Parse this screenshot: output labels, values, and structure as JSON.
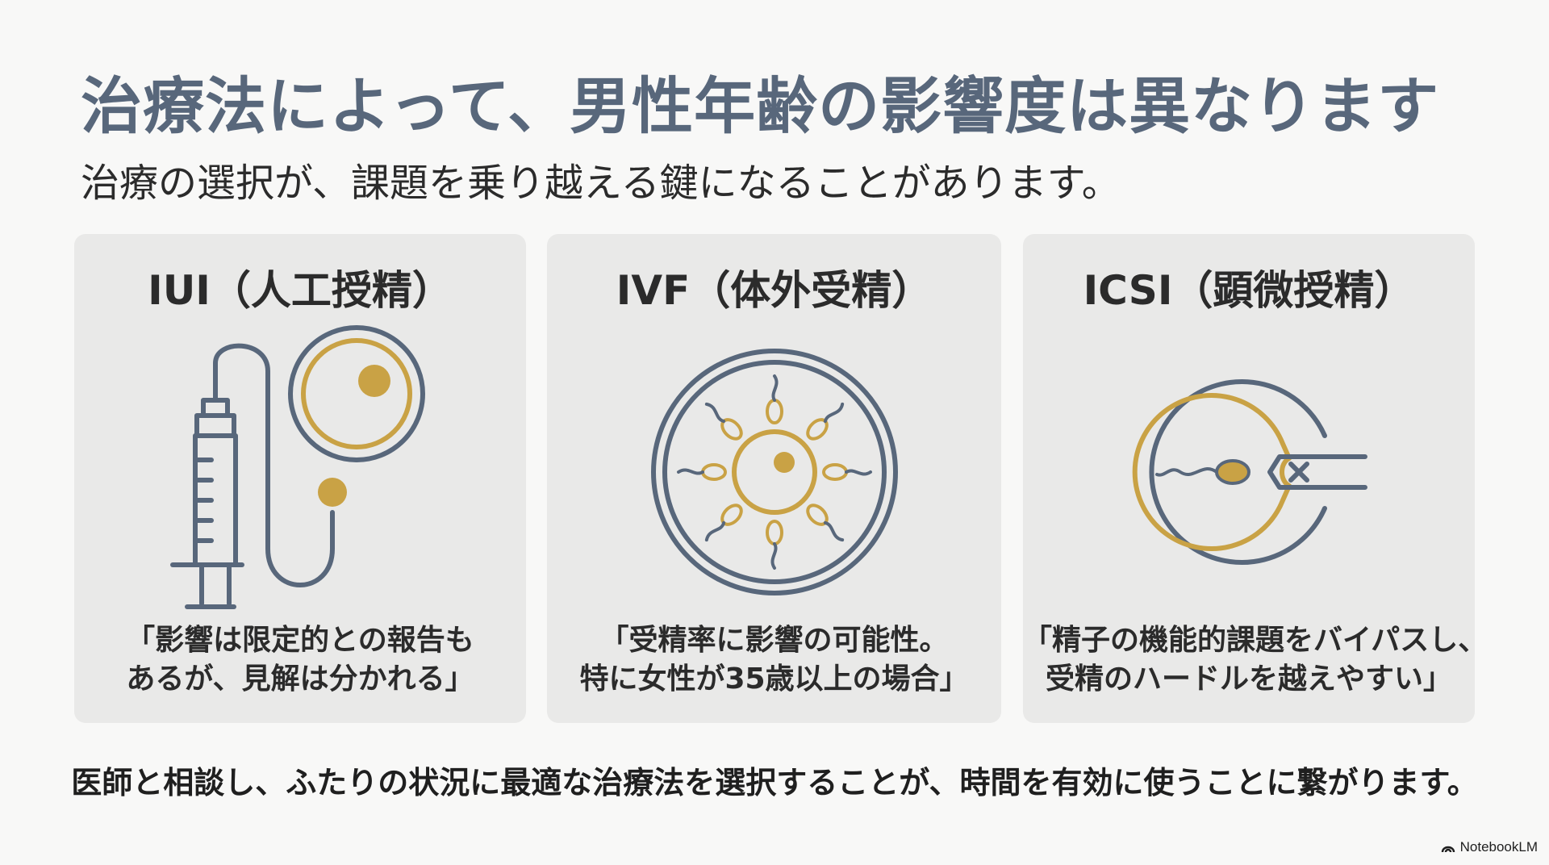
{
  "title": "治療法によって、男性年齢の影響度は異なります",
  "subtitle": "治療の選択が、課題を乗り越える鍵になることがあります。",
  "colors": {
    "navy": "#58677b",
    "gold": "#c9a245",
    "card_bg": "#e9e9e8"
  },
  "cards": [
    {
      "title": "IUI（人工授精）",
      "icon": "syringe-egg-icon",
      "quote_line1": "「影響は限定的との報告も",
      "quote_line2": "あるが、見解は分かれる」"
    },
    {
      "title": "IVF（体外受精）",
      "icon": "petri-dish-sperm-icon",
      "quote_line1": "「受精率に影響の可能性。",
      "quote_line2": "特に女性が35歳以上の場合」"
    },
    {
      "title": "ICSI（顕微授精）",
      "icon": "microinjection-icon",
      "quote_line1": "「精子の機能的課題をバイパスし、",
      "quote_line2": "受精のハードルを越えやすい」"
    }
  ],
  "footer": "医師と相談し、ふたりの状況に最適な治療法を選択することが、時間を有効に使うことに繋がります。",
  "brand": "NotebookLM"
}
